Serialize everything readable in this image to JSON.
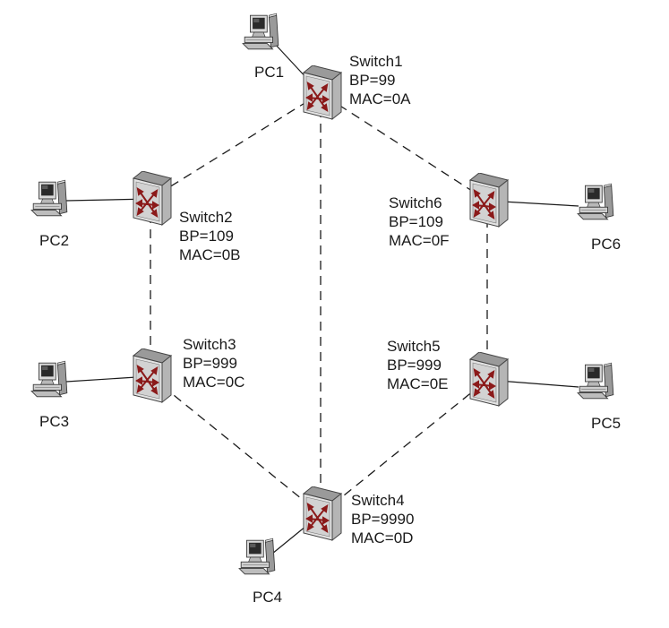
{
  "colors": {
    "line": "#1a1a1a",
    "switch_body": "#c9c9c9",
    "switch_face": "#e6e6e6",
    "arrow": "#8b1a1a",
    "pc_body": "#cfcfcf",
    "pc_screen": "#2a2a2a"
  },
  "switches": [
    {
      "id": "s1",
      "name": "Switch1",
      "bp": "BP=99",
      "mac": "MAC=0A"
    },
    {
      "id": "s2",
      "name": "Switch2",
      "bp": "BP=109",
      "mac": "MAC=0B"
    },
    {
      "id": "s3",
      "name": "Switch3",
      "bp": "BP=999",
      "mac": "MAC=0C"
    },
    {
      "id": "s4",
      "name": "Switch4",
      "bp": "BP=9990",
      "mac": "MAC=0D"
    },
    {
      "id": "s5",
      "name": "Switch5",
      "bp": "BP=999",
      "mac": "MAC=0E"
    },
    {
      "id": "s6",
      "name": "Switch6",
      "bp": "BP=109",
      "mac": "MAC=0F"
    }
  ],
  "pcs": [
    {
      "id": "pc1",
      "name": "PC1",
      "switch": "s1"
    },
    {
      "id": "pc2",
      "name": "PC2",
      "switch": "s2"
    },
    {
      "id": "pc3",
      "name": "PC3",
      "switch": "s3"
    },
    {
      "id": "pc4",
      "name": "PC4",
      "switch": "s4"
    },
    {
      "id": "pc5",
      "name": "PC5",
      "switch": "s5"
    },
    {
      "id": "pc6",
      "name": "PC6",
      "switch": "s6"
    }
  ],
  "trunk_links": [
    [
      "s1",
      "s2"
    ],
    [
      "s2",
      "s3"
    ],
    [
      "s3",
      "s4"
    ],
    [
      "s4",
      "s5"
    ],
    [
      "s5",
      "s6"
    ],
    [
      "s6",
      "s1"
    ],
    [
      "s1",
      "s4"
    ]
  ]
}
